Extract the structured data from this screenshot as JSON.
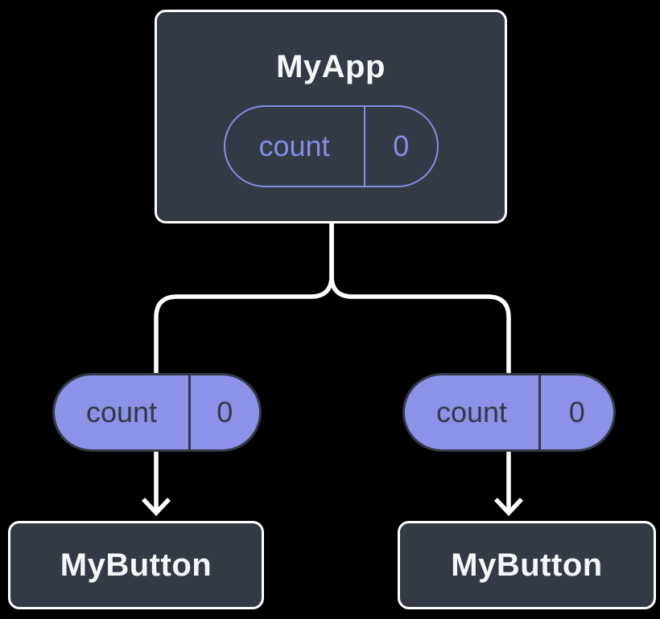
{
  "colors": {
    "background": "#000000",
    "node_fill": "#333A46",
    "node_border": "#FFFFFF",
    "node_text": "#F6F7F9",
    "accent_purple": "#868DE4",
    "pill_fill": "#8B92E8",
    "pill_dark": "#333A46",
    "connector": "#FFFFFF"
  },
  "root_node": {
    "title": "MyApp",
    "state_pill": {
      "label": "count",
      "value": "0"
    }
  },
  "children": [
    {
      "pill": {
        "label": "count",
        "value": "0"
      },
      "node_title": "MyButton"
    },
    {
      "pill": {
        "label": "count",
        "value": "0"
      },
      "node_title": "MyButton"
    }
  ]
}
